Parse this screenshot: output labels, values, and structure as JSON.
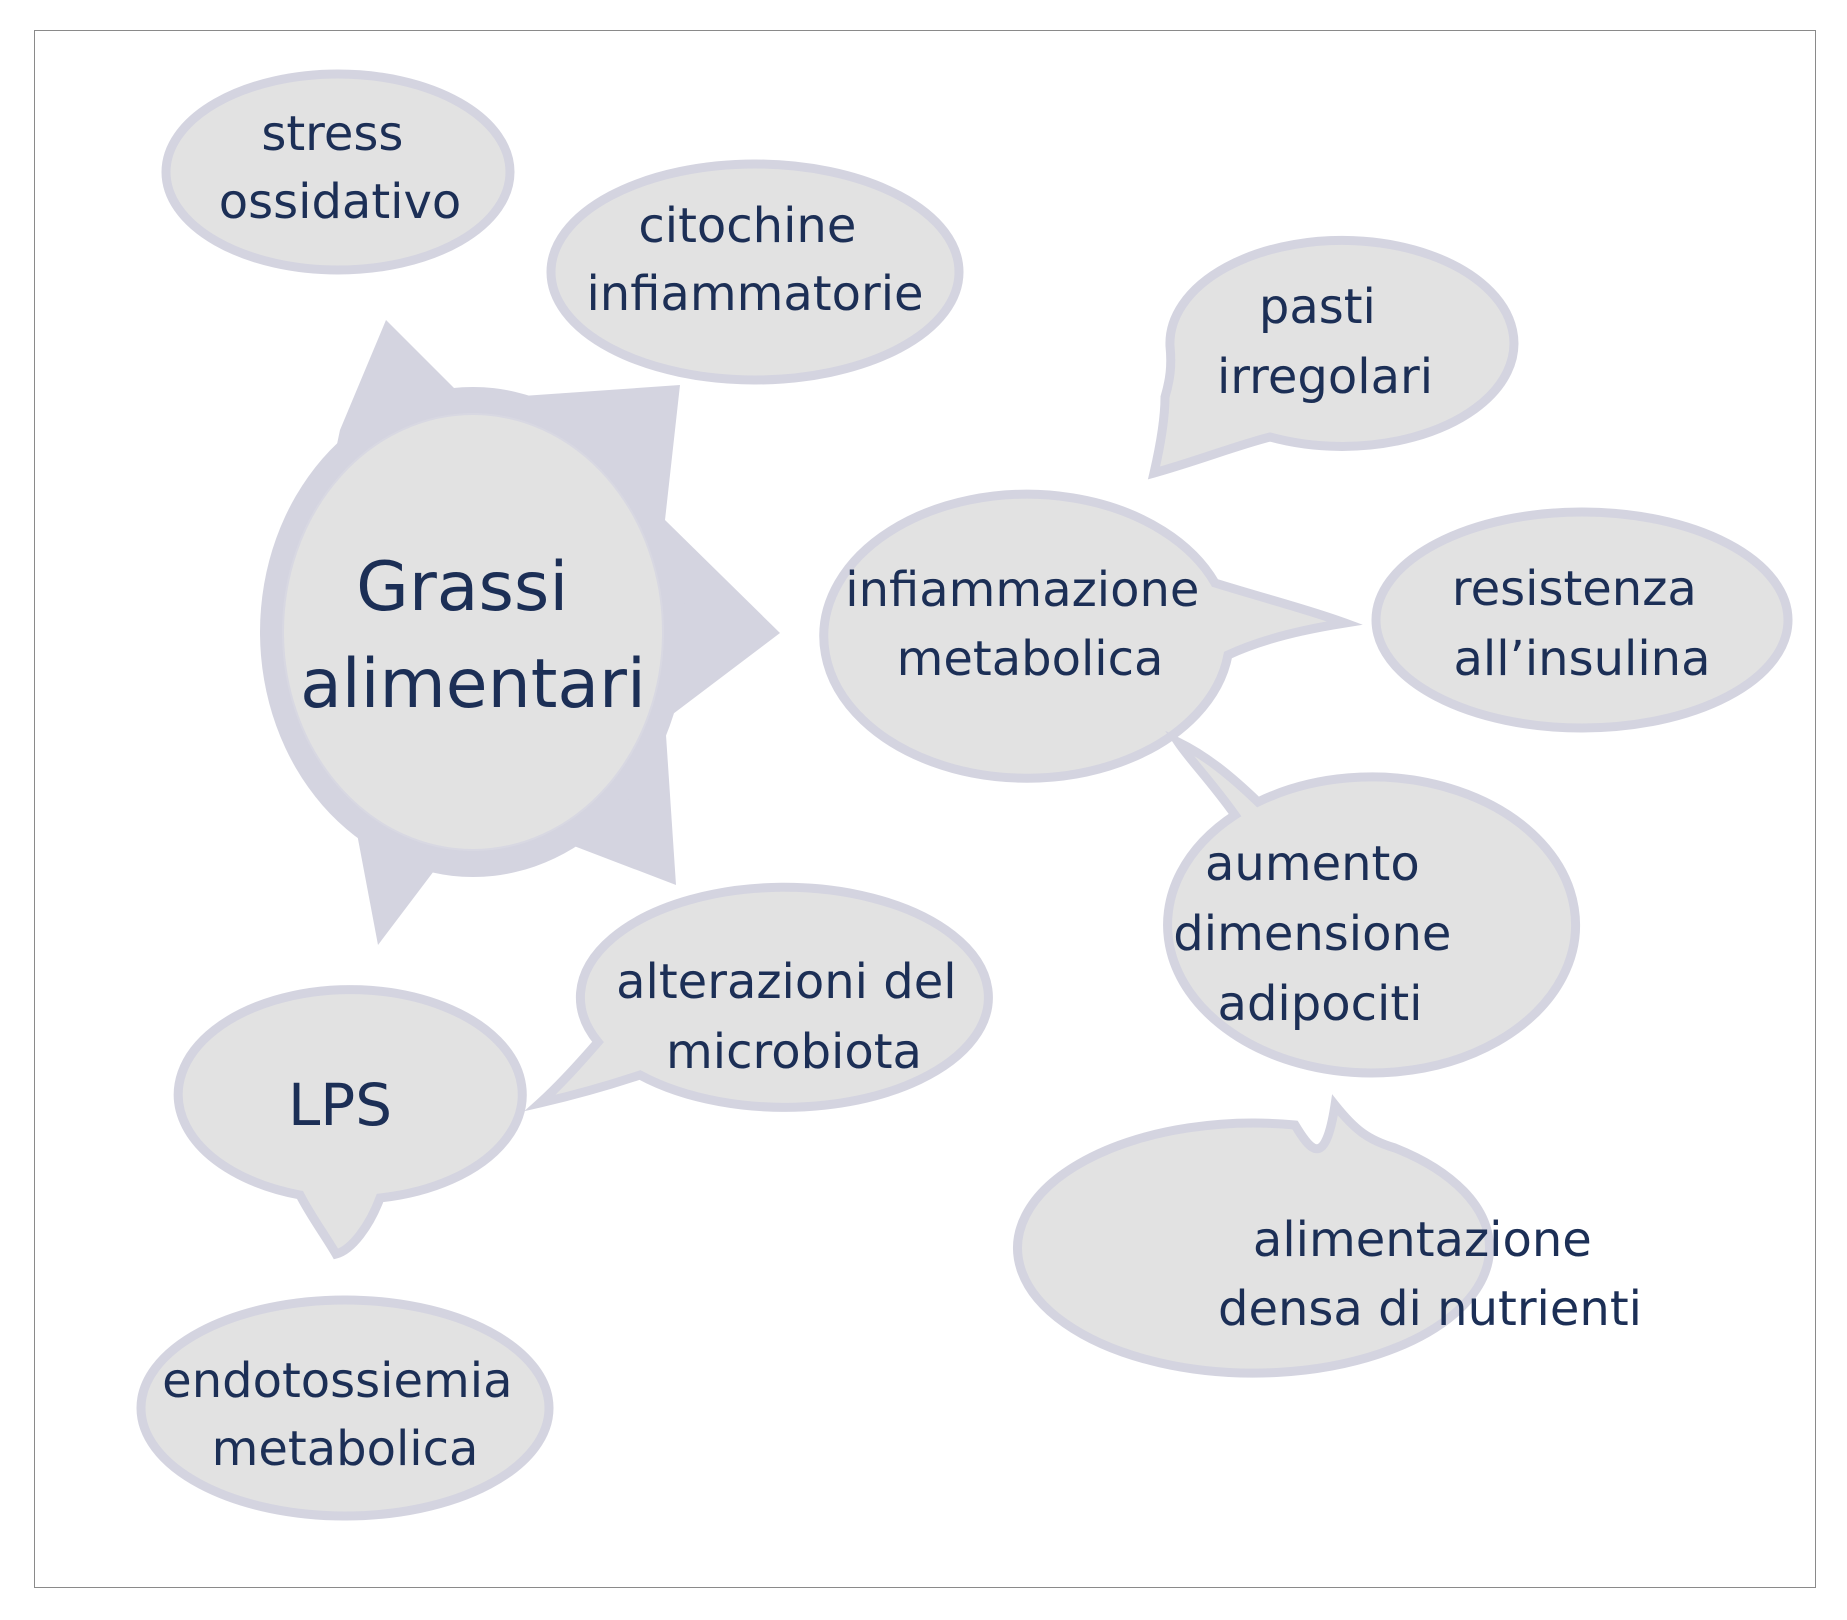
{
  "colors": {
    "bubble_fill": "#e2e2e2",
    "bubble_stroke": "#d4d4e0",
    "text": "#1c2f56",
    "frame_border": "#8a8a8a"
  },
  "center": {
    "lines": [
      "Grassi",
      "alimentari"
    ]
  },
  "bubbles": {
    "stress": [
      "stress",
      "ossidativo"
    ],
    "citochine": [
      "citochine",
      "infiammatorie"
    ],
    "pasti": [
      "pasti",
      "irregolari"
    ],
    "infiammazione": [
      "infiammazione",
      "metabolica"
    ],
    "resistenza": [
      "resistenza",
      "all’insulina"
    ],
    "aumento": [
      "aumento",
      "dimensione",
      "adipociti"
    ],
    "alterazioni": [
      "alterazioni del",
      "microbiota"
    ],
    "lps": [
      "LPS"
    ],
    "alimentazione": [
      "alimentazione",
      "densa di nutrienti"
    ],
    "endotossiemia": [
      "endotossiemia",
      "metabolica"
    ]
  }
}
